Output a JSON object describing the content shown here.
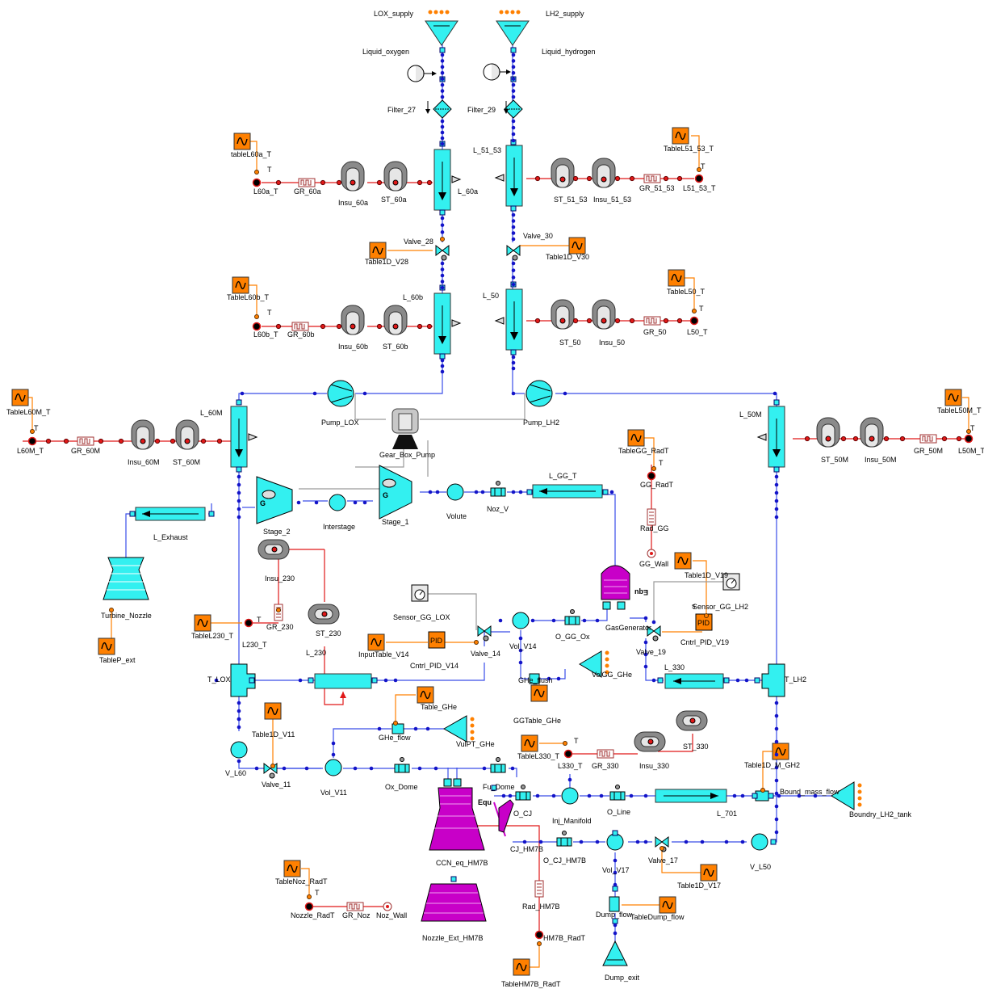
{
  "colors": {
    "cyan": "#33f0f0",
    "blue_line": "#3a4ee8",
    "node_blue": "#1414c8",
    "orange": "#ff8000",
    "red_line": "#e01818",
    "magenta": "#c800c8",
    "gray": "#9a9a9a",
    "dark": "#303030",
    "brown_line": "#a05a20"
  },
  "labels": {
    "lox_supply": "LOX_supply",
    "lh2_supply": "LH2_supply",
    "liquid_oxygen": "Liquid_oxygen",
    "liquid_hydrogen": "Liquid_hydrogen",
    "filter_27": "Filter_27",
    "filter_29": "Filter_29",
    "l_51_53": "L_51_53",
    "l_60a": "L_60a",
    "table_l60a_t": "tableL60a_T",
    "l60a_t": "L60a_T",
    "gr_60a": "GR_60a",
    "insu_60a": "Insu_60a",
    "st_60a": "ST_60a",
    "st_51_53": "ST_51_53",
    "insu_51_53": "Insu_51_53",
    "gr_51_53": "GR_51_53",
    "l51_53_t": "L51_53_T",
    "table_l51_53_t": "TableL51_53_T",
    "valve_28": "Valve_28",
    "table1d_v28": "Table1D_V28",
    "valve_30": "Valve_30",
    "table1d_v30": "Table1D_V30",
    "table_l60b_t": "TableL60b_T",
    "l60b_t": "L60b_T",
    "gr_60b": "GR_60b",
    "insu_60b": "Insu_60b",
    "st_60b": "ST_60b",
    "l_60b": "L_60b",
    "l_50": "L_50",
    "st_50": "ST_50",
    "insu_50": "Insu_50",
    "gr_50": "GR_50",
    "l50_t": "L50_T",
    "table_l50_t": "TableL50_T",
    "pump_lox": "Pump_LOX",
    "pump_lh2": "Pump_LH2",
    "gear_box_pump": "Gear_Box_Pump",
    "l_60m": "L_60M",
    "table_l60m_t": "TableL60M_T",
    "l60m_t": "L60M_T",
    "gr_60m": "GR_60M",
    "insu_60m": "Insu_60M",
    "st_60m": "ST_60M",
    "l_50m": "L_50M",
    "st_50m": "ST_50M",
    "insu_50m": "Insu_50M",
    "gr_50m": "GR_50M",
    "l50m_t": "L50M_T",
    "table_l50m_t": "TableL50M_T",
    "table_gg_radt": "TableGG_RadT",
    "gg_radt": "GG_RadT",
    "rad_gg": "Rad_GG",
    "gg_wall": "GG_Wall",
    "l_gg_t": "L_GG_T",
    "noz_v": "Noz_V",
    "volute": "Volute",
    "stage_1": "Stage_1",
    "interstage": "Interstage",
    "l_exhaust": "L_Exhaust",
    "turbine_nozzle": "Turbine_Nozzle",
    "table_p_ext": "TableP_ext",
    "stage_2": "Stage_2",
    "insu_230": "Insu_230",
    "gr_230": "GR_230",
    "st_230": "ST_230",
    "l230_t": "L230_T",
    "table_l230_t": "TableL230_T",
    "l_230": "L_230",
    "sensor_gg_lox": "Sensor_GG_LOX",
    "input_table_v14": "InputTable_V14",
    "cntrl_pid_v14": "Cntrl_PID_V14",
    "valve_14": "Valve_14",
    "vol_v14": "Vol_V14",
    "o_gg_ox": "O_GG_Ox",
    "gas_generator": "GasGenerator",
    "ghe_flush": "GHe_flush",
    "vol_gg_ghe": "VolGG_GHe",
    "gg_table_ghe": "GGTable_GHe",
    "table1d_v19": "Table1D_V19",
    "sensor_gg_lh2": "Sensor_GG_LH2",
    "cntrl_pid_v19": "Cntrl_PID_V19",
    "valve_19": "Valve_19",
    "l_330": "L_330",
    "t_lox": "T_LOX",
    "t_lh2": "T_LH2",
    "st_330": "ST_330",
    "insu_330": "Insu_330",
    "gr_330": "GR_330",
    "l330_t": "L330_T",
    "table_l330_t": "TableL330_T",
    "table_ghe": "Table_GHe",
    "ghe_flow": "GHe_flow",
    "vul_pt_ghe": "VulPT_GHe",
    "table1d_v11": "Table1D_V11",
    "v_l60": "V_L60",
    "valve_11": "Valve_11",
    "vol_v11": "Vol_V11",
    "ox_dome": "Ox_Dome",
    "fu_dome": "Fu_Dome",
    "o_cj": "O_CJ",
    "inj_manifold": "Inj_Manifold",
    "o_line": "O_Line",
    "l_701": "L_701",
    "table1d_m_gh2": "Table1D_M_GH2",
    "bound_mass_flow": "Bound_mass_flow",
    "boundry_lh2_tank": "Boundry_LH2_tank",
    "ccn_eq_hm7b": "CCN_eq_HM7B",
    "cj_hm7b": "CJ_HM7B",
    "o_cj_hm7b": "O_CJ_HM7B",
    "vol_v17": "Vol_V17",
    "valve_17": "Valve_17",
    "v_l50": "V_L50",
    "table1d_v17": "Table1D_V17",
    "rad_hm7b": "Rad_HM7B",
    "hm7b_radt": "HM7B_RadT",
    "table_hm7b_radt": "TableHM7B_RadT",
    "nozzle_ext_hm7b": "Nozzle_Ext_HM7B",
    "table_noz_radt": "TableNoz_RadT",
    "nozzle_radt": "Nozzle_RadT",
    "gr_noz": "GR_Noz",
    "noz_wall": "Noz_Wall",
    "dump_flow": "Dump_flow",
    "table_dump_flow": "TableDump_flow",
    "dump_exit": "Dump_exit",
    "equ_gg": "Equ",
    "equ_cc": "Equ",
    "pid": "PID",
    "t": "T",
    "g": "G",
    "s": "s"
  }
}
